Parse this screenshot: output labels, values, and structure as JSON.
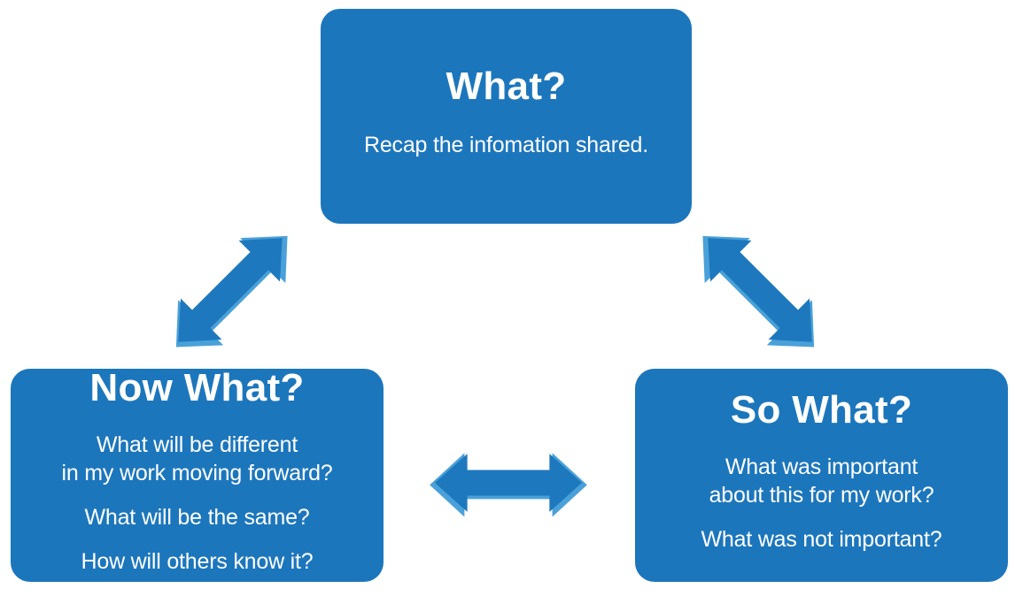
{
  "colors": {
    "primary_blue": "#1C76BC",
    "arrow_blue": "#1E78BD",
    "arrow_highlight": "#4AA1D9",
    "text_white": "#FFFFFF",
    "background": "#FFFFFF"
  },
  "boxes": {
    "what": {
      "title": "What?",
      "paragraphs": [
        {
          "lines": [
            "Recap the infomation shared."
          ]
        }
      ]
    },
    "now_what": {
      "title": "Now What?",
      "paragraphs": [
        {
          "lines": [
            "What will be different",
            "in my work moving forward?"
          ]
        },
        {
          "lines": [
            "What will be the same?"
          ]
        },
        {
          "lines": [
            "How will others know it?"
          ]
        }
      ]
    },
    "so_what": {
      "title": "So What?",
      "paragraphs": [
        {
          "lines": [
            "What was important",
            "about this for my work?"
          ]
        },
        {
          "lines": [
            "What was not important?"
          ]
        }
      ]
    }
  },
  "connections": [
    {
      "name": "what-now-what",
      "from": "what",
      "to": "now_what",
      "bidirectional": true
    },
    {
      "name": "what-so-what",
      "from": "what",
      "to": "so_what",
      "bidirectional": true
    },
    {
      "name": "now-what-so-what",
      "from": "now_what",
      "to": "so_what",
      "bidirectional": true
    }
  ]
}
